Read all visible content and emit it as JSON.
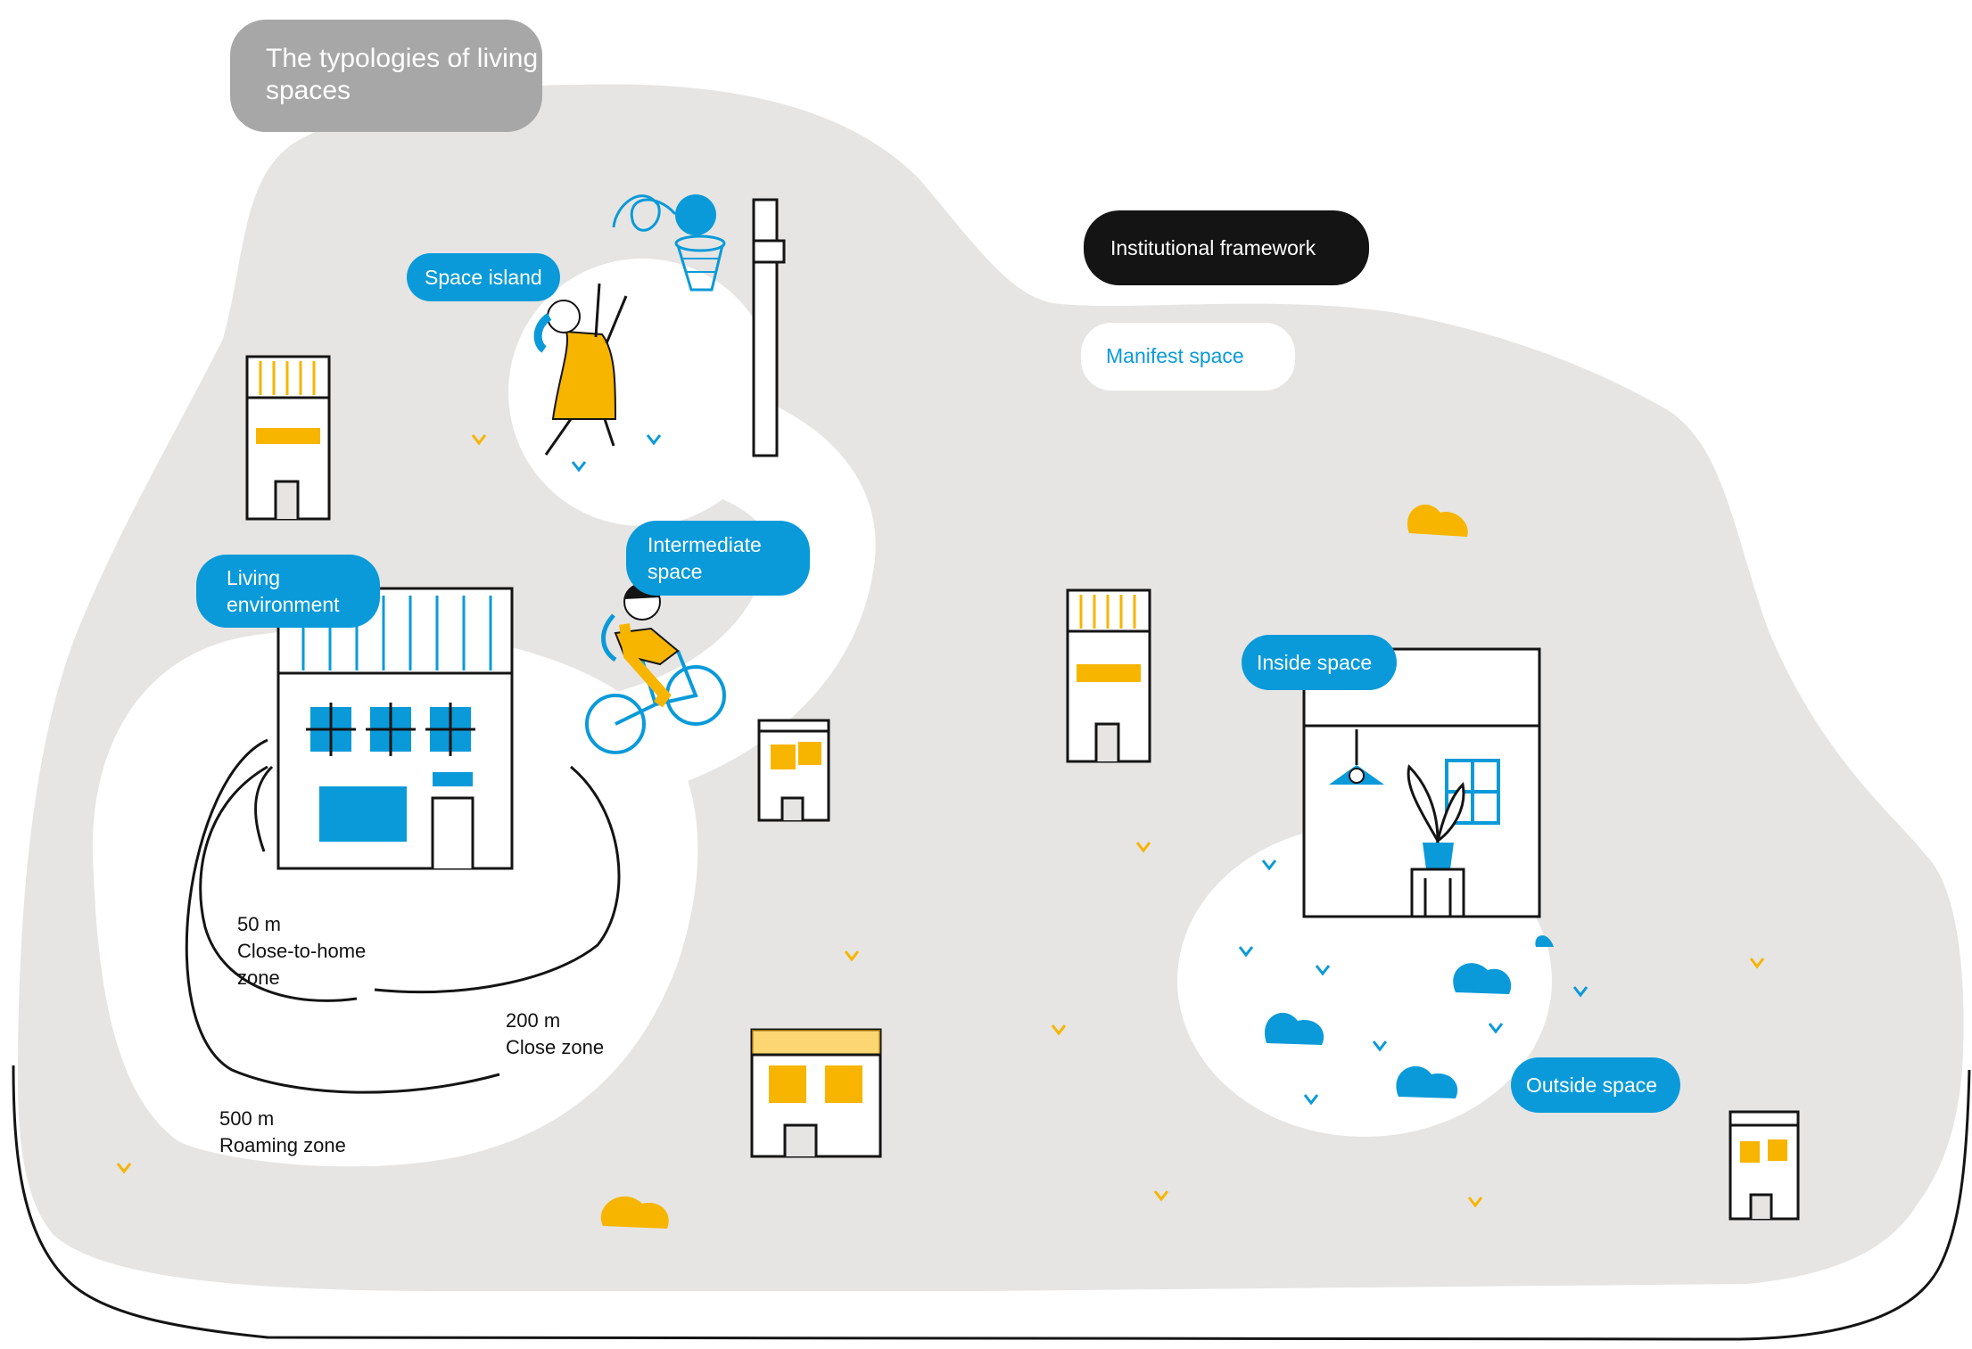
{
  "title": "The typologies of living spaces",
  "labels": {
    "space_island": "Space island",
    "institutional_framework": "Institutional framework",
    "manifest_space": "Manifest space",
    "intermediate_space": "Intermediate\nspace",
    "living_environment": "Living\nenvironment",
    "inside_space": "Inside space",
    "outside_space": "Outside space"
  },
  "zones": {
    "close_to_home": "50 m\nClose-to-home\nzone",
    "close": "200 m\nClose zone",
    "roaming": "500 m\nRoaming zone"
  },
  "colors": {
    "ground": "#e6e5e4",
    "accent_blue": "#0a9ad9",
    "accent_yellow": "#f7b500",
    "ink": "#141414",
    "title_pill": "#a7a7a7"
  }
}
